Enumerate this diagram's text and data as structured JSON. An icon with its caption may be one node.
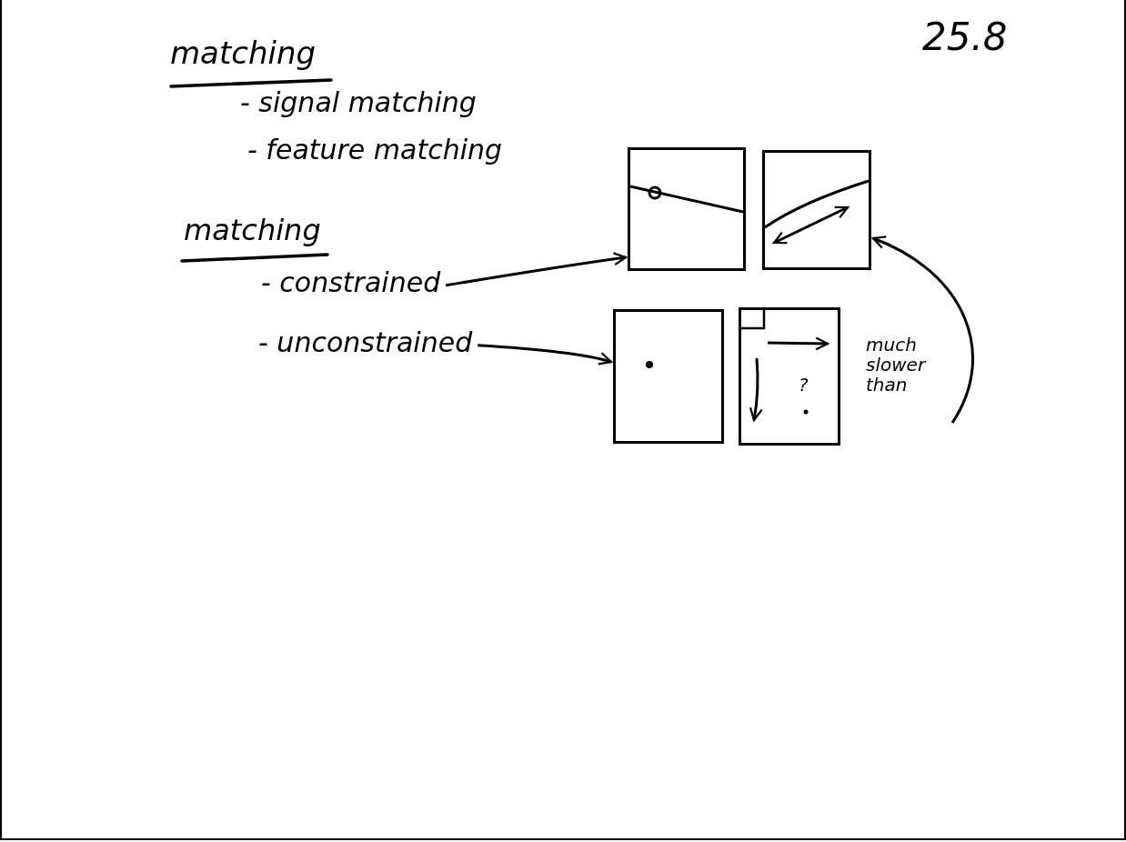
{
  "diagram": {
    "nodes": [
      {
        "text": [
          "- constrained"
        ]
      },
      {
        "text": [],
        "shape": "box"
      },
      {
        "text": [],
        "shape": "box"
      },
      {
        "text": [
          "- unconstrained"
        ]
      },
      {
        "text": [],
        "shape": "box"
      },
      {
        "text": [],
        "shape": "box"
      },
      {
        "text": [
          "much slower than"
        ]
      }
    ],
    "edges": [
      {
        "from": 0,
        "to": 1,
        "arrow": "to"
      },
      {
        "from": 3,
        "to": 4,
        "arrow": "to"
      },
      {
        "from": 6,
        "to": 2,
        "arrow": "to"
      }
    ],
    "labels": [
      "matching",
      "25.8",
      "- signal matching",
      "- feature matching",
      "matching",
      "?"
    ]
  }
}
